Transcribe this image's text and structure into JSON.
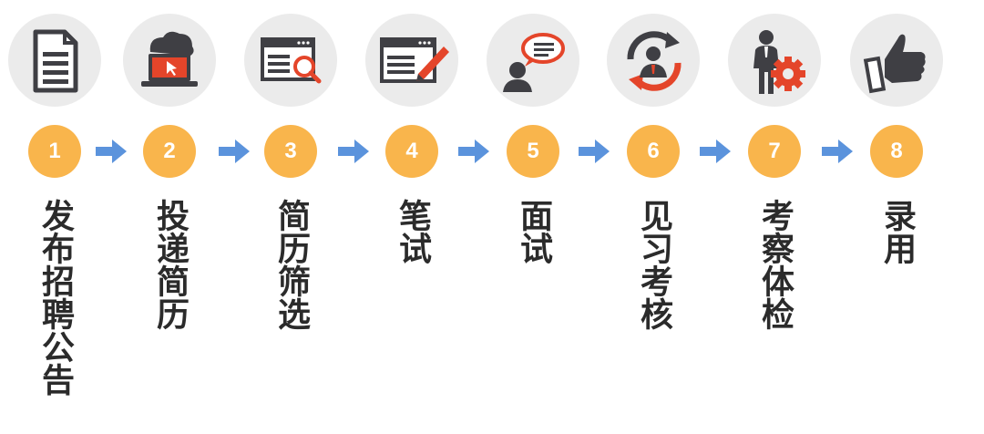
{
  "steps": [
    {
      "num": "1",
      "label": "发布招聘公告",
      "icon": "document-icon"
    },
    {
      "num": "2",
      "label": "投递简历",
      "icon": "laptop-cloud-icon"
    },
    {
      "num": "3",
      "label": "简历筛选",
      "icon": "browser-search-icon"
    },
    {
      "num": "4",
      "label": "笔试",
      "icon": "browser-pencil-icon"
    },
    {
      "num": "5",
      "label": "面试",
      "icon": "person-speech-icon"
    },
    {
      "num": "6",
      "label": "见习考核",
      "icon": "person-cycle-icon"
    },
    {
      "num": "7",
      "label": "考察体检",
      "icon": "businessman-gear-icon"
    },
    {
      "num": "8",
      "label": "录用",
      "icon": "thumbs-up-icon"
    }
  ],
  "colors": {
    "number_circle": "#f9b54c",
    "arrow": "#5b93dc",
    "icon_bg": "#ebebeb",
    "icon_dark": "#3f3f44",
    "icon_accent": "#e4452a",
    "text": "#2b2b2b"
  }
}
